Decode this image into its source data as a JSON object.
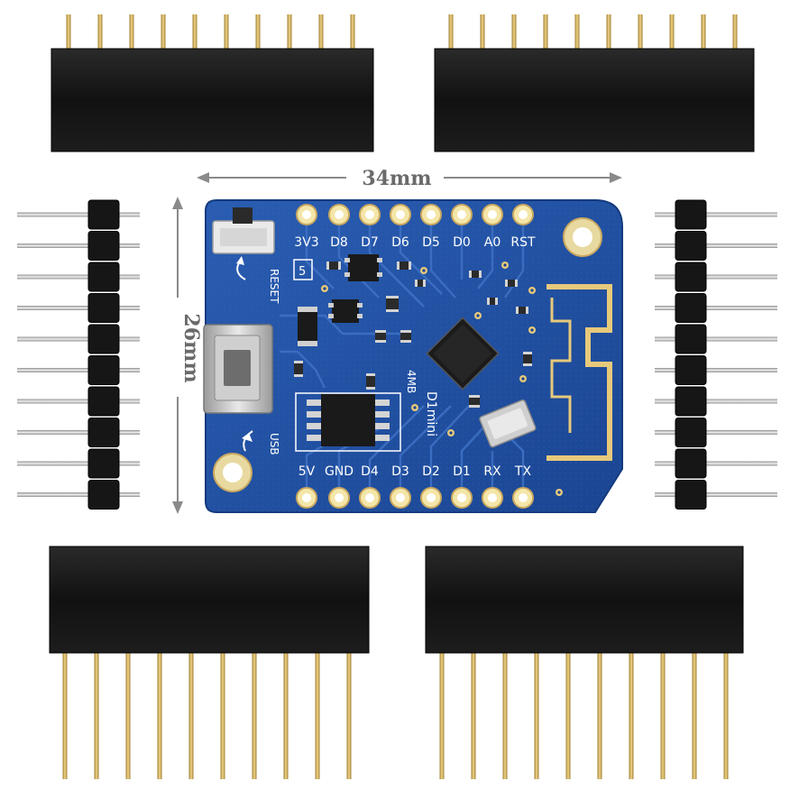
{
  "dimensions": {
    "width_label": "34mm",
    "height_label": "26mm"
  },
  "board": {
    "name": "D1mini",
    "flash": "4MB",
    "reset_label": "RESET",
    "usb_label": "USB",
    "small_marking": "5",
    "top_pins": [
      "3V3",
      "D8",
      "D7",
      "D6",
      "D5",
      "D0",
      "A0",
      "RST"
    ],
    "bottom_pins": [
      "5V",
      "GND",
      "D4",
      "D3",
      "D2",
      "D1",
      "RX",
      "TX"
    ]
  },
  "colors": {
    "pcb": "#1f4fa0",
    "header_body": "#151515",
    "pin_gold": "#c9a44f",
    "pin_silver": "#bdbdbd",
    "pad": "#f4e6a8",
    "antenna": "#e7c97b"
  },
  "headers": {
    "female_count": 4,
    "male_count": 2,
    "pins_per_header": 10
  }
}
